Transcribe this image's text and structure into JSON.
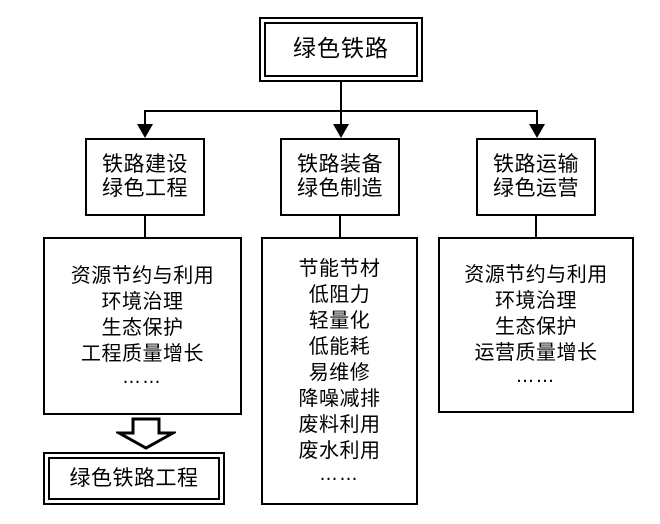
{
  "diagram": {
    "title_node": {
      "label": "绿色铁路"
    },
    "branches": [
      {
        "id": "construction",
        "heading_line1": "铁路建设",
        "heading_line2": "绿色工程",
        "items": [
          "资源节约与利用",
          "环境治理",
          "生态保护",
          "工程质量增长"
        ],
        "ellipsis": "……"
      },
      {
        "id": "equipment",
        "heading_line1": "铁路装备",
        "heading_line2": "绿色制造",
        "items": [
          "节能节材",
          "低阻力",
          "轻量化",
          "低能耗",
          "易维修",
          "降噪减排",
          "废料利用",
          "废水利用"
        ],
        "ellipsis": "……"
      },
      {
        "id": "transport",
        "heading_line1": "铁路运输",
        "heading_line2": "绿色运营",
        "items": [
          "资源节约与利用",
          "环境治理",
          "生态保护",
          "运营质量增长"
        ],
        "ellipsis": "……"
      }
    ],
    "outcome_node": {
      "label": "绿色铁路工程"
    },
    "colors": {
      "stroke": "#000000",
      "background": "#ffffff",
      "text": "#000000"
    }
  }
}
